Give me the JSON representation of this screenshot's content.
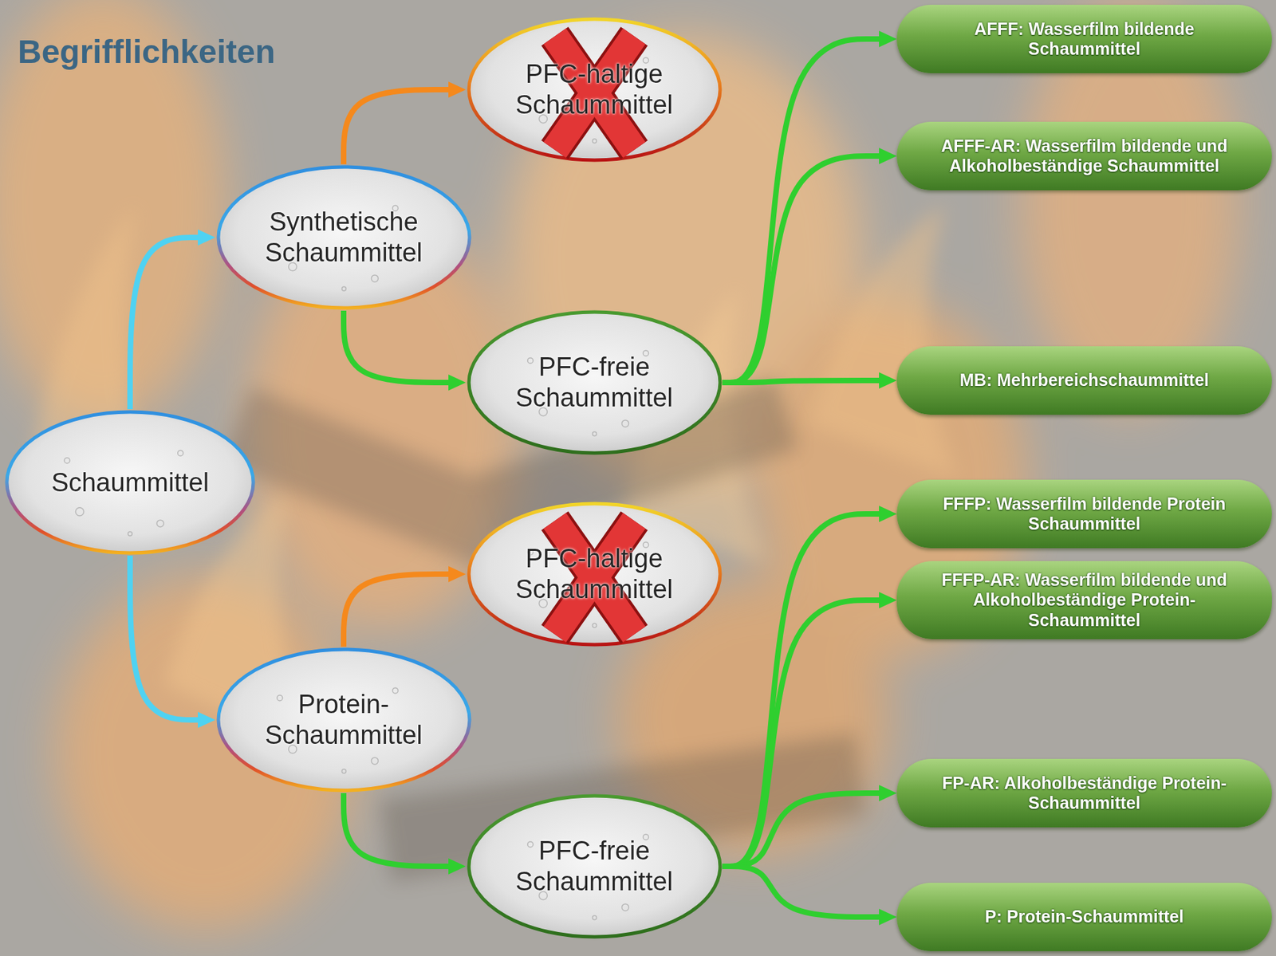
{
  "diagram": {
    "title": "Begrifflichkeiten",
    "nodes": [
      {
        "text": [
          "Schaummittel"
        ]
      },
      {
        "text": [
          "Synthetische Schaummittel"
        ]
      },
      {
        "text": [
          "PFC-haltige Schaummittel"
        ]
      },
      {
        "text": [
          "PFC-freie Schaummittel"
        ]
      },
      {
        "text": [
          "Protein-Schaummittel"
        ]
      },
      {
        "text": [
          "PFC-haltige Schaummittel"
        ]
      },
      {
        "text": [
          "PFC-freie Schaummittel"
        ]
      },
      {
        "text": [
          "AFFF: Wasserfilm bildende Schaummittel"
        ]
      },
      {
        "text": [
          "AFFF-AR: Wasserfilm bildende und Alkoholbeständige Schaummittel"
        ]
      },
      {
        "text": [
          "MB: Mehrbereichschaummittel"
        ]
      },
      {
        "text": [
          "FFFP: Wasserfilm bildende Protein Schaummittel"
        ]
      },
      {
        "text": [
          "FFFP-AR: Wasserfilm bildende und Alkoholbeständige Protein-Schaummittel"
        ]
      },
      {
        "text": [
          "FP-AR: Alkoholbeständige Protein-Schaummittel"
        ]
      },
      {
        "text": [
          "P: Protein-Schaummittel"
        ]
      }
    ],
    "edges": [
      {
        "from": 0,
        "to": 1,
        "arrow": "to"
      },
      {
        "from": 0,
        "to": 4,
        "arrow": "to"
      },
      {
        "from": 1,
        "to": 2,
        "arrow": "to"
      },
      {
        "from": 1,
        "to": 3,
        "arrow": "to"
      },
      {
        "from": 4,
        "to": 5,
        "arrow": "to"
      },
      {
        "from": 4,
        "to": 6,
        "arrow": "to"
      },
      {
        "from": 3,
        "to": 7,
        "arrow": "to"
      },
      {
        "from": 3,
        "to": 8,
        "arrow": "to"
      },
      {
        "from": 3,
        "to": 9,
        "arrow": "to"
      },
      {
        "from": 6,
        "to": 10,
        "arrow": "to"
      },
      {
        "from": 6,
        "to": 11,
        "arrow": "to"
      },
      {
        "from": 6,
        "to": 12,
        "arrow": "to"
      },
      {
        "from": 6,
        "to": 13,
        "arrow": "to"
      }
    ]
  }
}
